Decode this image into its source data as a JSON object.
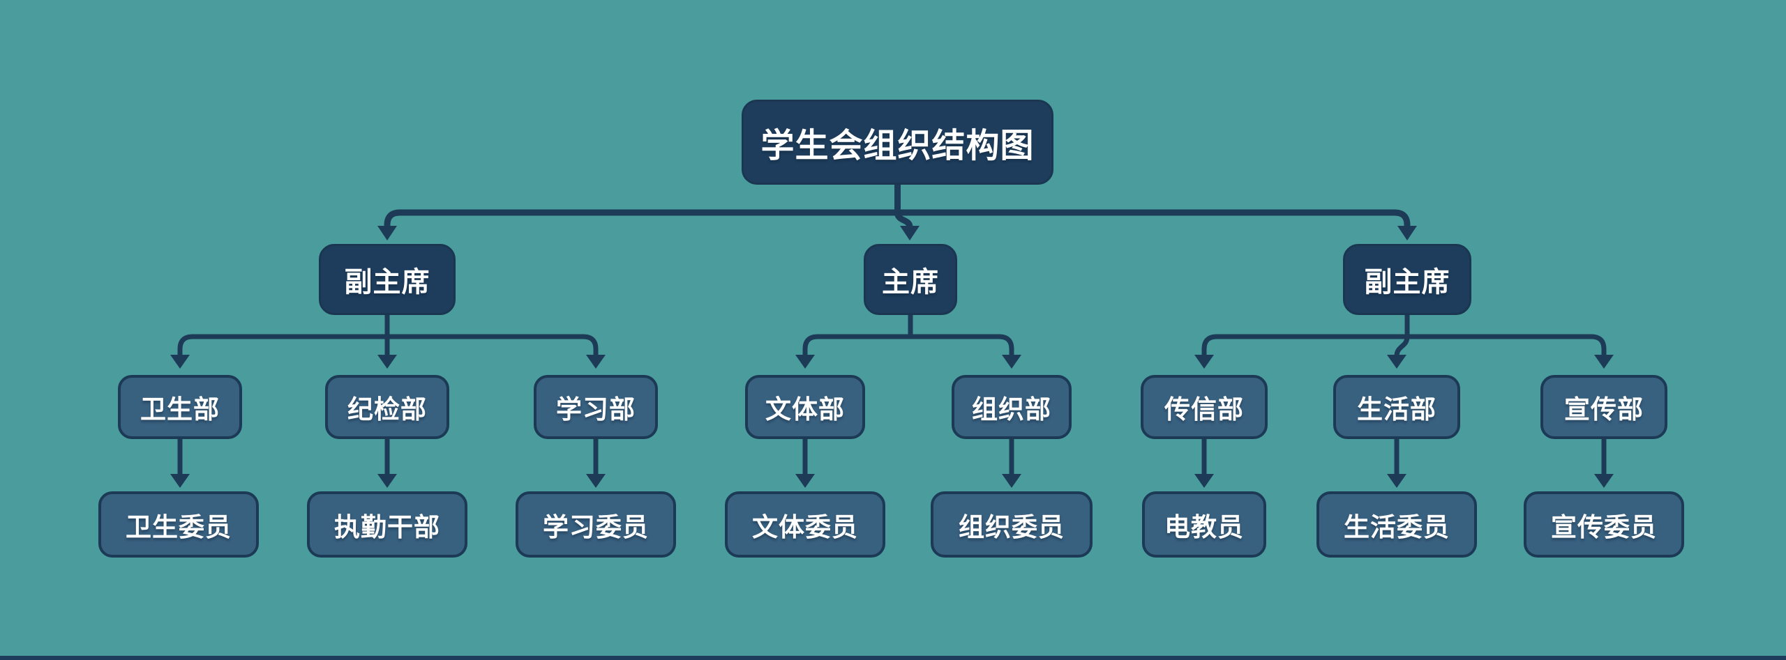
{
  "title": "学生会组织结构图",
  "colors": {
    "background": "#4A9D9C",
    "node_dark_fill": "#1E3D5C",
    "node_medium_fill": "#38607F",
    "node_border": "#1C3A56",
    "connector_line": "#1D3A57",
    "text": "#FFFFFF"
  },
  "org": {
    "root": {
      "label": "学生会组织结构图"
    },
    "level2": [
      {
        "label": "副主席"
      },
      {
        "label": "主席"
      },
      {
        "label": "副主席"
      }
    ],
    "level3": [
      {
        "label": "卫生部"
      },
      {
        "label": "纪检部"
      },
      {
        "label": "学习部"
      },
      {
        "label": "文体部"
      },
      {
        "label": "组织部"
      },
      {
        "label": "传信部"
      },
      {
        "label": "生活部"
      },
      {
        "label": "宣传部"
      }
    ],
    "level4": [
      {
        "label": "卫生委员"
      },
      {
        "label": "执勤干部"
      },
      {
        "label": "学习委员"
      },
      {
        "label": "文体委员"
      },
      {
        "label": "组织委员"
      },
      {
        "label": "电教员"
      },
      {
        "label": "生活委员"
      },
      {
        "label": "宣传委员"
      }
    ],
    "hierarchy": {
      "学生会组织结构图": [
        "副主席(左)",
        "主席",
        "副主席(右)"
      ],
      "副主席(左)": [
        "卫生部",
        "纪检部",
        "学习部"
      ],
      "主席": [
        "文体部",
        "组织部"
      ],
      "副主席(右)": [
        "传信部",
        "生活部",
        "宣传部"
      ],
      "卫生部": [
        "卫生委员"
      ],
      "纪检部": [
        "执勤干部"
      ],
      "学习部": [
        "学习委员"
      ],
      "文体部": [
        "文体委员"
      ],
      "组织部": [
        "组织委员"
      ],
      "传信部": [
        "电教员"
      ],
      "生活部": [
        "生活委员"
      ],
      "宣传部": [
        "宣传委员"
      ]
    }
  }
}
